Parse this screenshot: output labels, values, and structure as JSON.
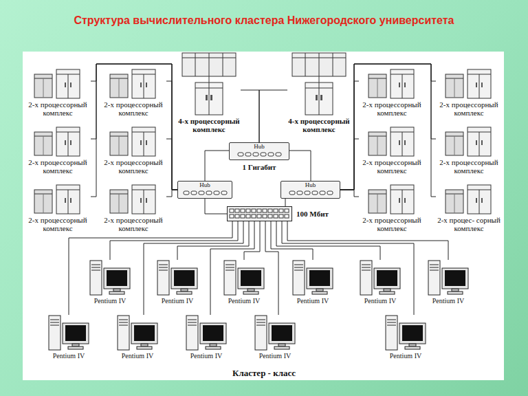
{
  "diagram": {
    "title": "Структура вычислительного кластера Нижегородского университета",
    "nodes": [
      {
        "text": [
          "4-х процессорный комплекс"
        ]
      },
      {
        "text": [
          "4-х процессорный комплекс"
        ]
      },
      {
        "text": [
          "Hub",
          "1 Гигабит"
        ]
      },
      {
        "text": [
          "Hub"
        ]
      },
      {
        "text": [
          "Hub"
        ]
      },
      {
        "text": [
          "100 Мбит"
        ]
      },
      {
        "text": [
          "2-х процессорный комплекс"
        ]
      },
      {
        "text": [
          "2-х процессорный комплекс"
        ]
      },
      {
        "text": [
          "2-х процессорный комплекс"
        ]
      },
      {
        "text": [
          "2-х процессорный комплекс"
        ]
      },
      {
        "text": [
          "2-х процессорный комплекс"
        ]
      },
      {
        "text": [
          "2-х процессорный комплекс"
        ]
      },
      {
        "text": [
          "2-х процессорный комплекс"
        ]
      },
      {
        "text": [
          "2-х процессорный комплекс"
        ]
      },
      {
        "text": [
          "2-х процессорный комплекс"
        ]
      },
      {
        "text": [
          "2-х процессорный комплекс"
        ]
      },
      {
        "text": [
          "2-х процессорный комплекс"
        ]
      },
      {
        "text": [
          "2-х процес- сорный комплекс"
        ]
      },
      {
        "text": [
          "Pentium IV"
        ]
      },
      {
        "text": [
          "Pentium IV"
        ]
      },
      {
        "text": [
          "Pentium IV"
        ]
      },
      {
        "text": [
          "Pentium IV"
        ]
      },
      {
        "text": [
          "Pentium IV"
        ]
      },
      {
        "text": [
          "Pentium IV"
        ]
      },
      {
        "text": [
          "Pentium IV"
        ]
      },
      {
        "text": [
          "Pentium IV"
        ]
      },
      {
        "text": [
          "Pentium IV"
        ]
      },
      {
        "text": [
          "Pentium IV"
        ]
      },
      {
        "text": [
          "Pentium IV"
        ]
      }
    ],
    "edges": [
      {
        "from": 0,
        "to": 2,
        "arrow": "none"
      },
      {
        "from": 1,
        "to": 2,
        "arrow": "none"
      },
      {
        "from": 2,
        "to": 3,
        "arrow": "none"
      },
      {
        "from": 2,
        "to": 4,
        "arrow": "none"
      },
      {
        "from": 3,
        "to": 5,
        "arrow": "none"
      },
      {
        "from": 4,
        "to": 5,
        "arrow": "none"
      },
      {
        "from": 3,
        "to": 6,
        "arrow": "none"
      },
      {
        "from": 3,
        "to": 7,
        "arrow": "none"
      },
      {
        "from": 3,
        "to": 8,
        "arrow": "none"
      },
      {
        "from": 3,
        "to": 9,
        "arrow": "none"
      },
      {
        "from": 3,
        "to": 10,
        "arrow": "none"
      },
      {
        "from": 3,
        "to": 11,
        "arrow": "none"
      },
      {
        "from": 4,
        "to": 12,
        "arrow": "none"
      },
      {
        "from": 4,
        "to": 13,
        "arrow": "none"
      },
      {
        "from": 4,
        "to": 14,
        "arrow": "none"
      },
      {
        "from": 4,
        "to": 15,
        "arrow": "none"
      },
      {
        "from": 4,
        "to": 16,
        "arrow": "none"
      },
      {
        "from": 4,
        "to": 17,
        "arrow": "none"
      },
      {
        "from": 5,
        "to": 18,
        "arrow": "none"
      },
      {
        "from": 5,
        "to": 19,
        "arrow": "none"
      },
      {
        "from": 5,
        "to": 20,
        "arrow": "none"
      },
      {
        "from": 5,
        "to": 21,
        "arrow": "none"
      },
      {
        "from": 5,
        "to": 22,
        "arrow": "none"
      },
      {
        "from": 5,
        "to": 23,
        "arrow": "none"
      },
      {
        "from": 5,
        "to": 24,
        "arrow": "none"
      },
      {
        "from": 5,
        "to": 25,
        "arrow": "none"
      },
      {
        "from": 5,
        "to": 26,
        "arrow": "none"
      },
      {
        "from": 5,
        "to": 27,
        "arrow": "none"
      },
      {
        "from": 5,
        "to": 28,
        "arrow": "none"
      }
    ],
    "labels": [
      "Кластер - класс"
    ]
  }
}
